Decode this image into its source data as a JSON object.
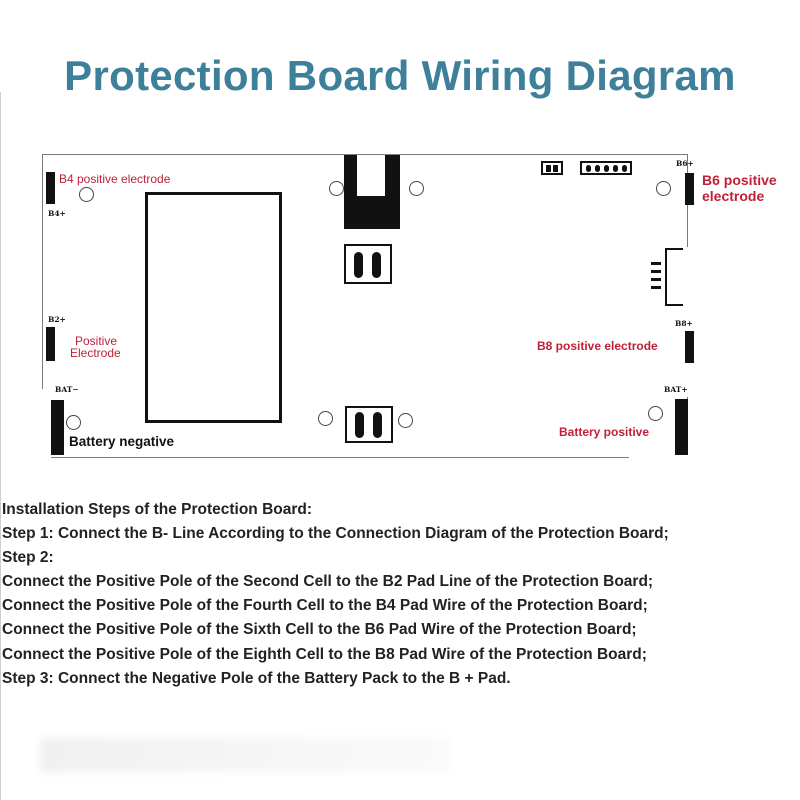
{
  "title": "Protection Board Wiring Diagram",
  "board": {
    "pad_labels": {
      "b4_plus": "B4+",
      "b2_plus": "B2+",
      "bat_minus": "BAT−",
      "b6_plus": "B6+",
      "b8_plus": "B8+",
      "bat_plus": "BAT+"
    },
    "callouts": {
      "b4_positive": "B4 positive electrode",
      "b2_positive_line1": "Positive",
      "b2_positive_line2": "Electrode",
      "b6_positive_line1": "B6 positive",
      "b6_positive_line2": "electrode",
      "b8_positive": "B8 positive electrode",
      "battery_positive": "Battery positive",
      "battery_negative": "Battery negative"
    }
  },
  "instructions": {
    "heading": "Installation Steps of the Protection Board:",
    "step1": "Step 1: Connect the B- Line According to the Connection Diagram of the Protection Board;",
    "step2": "Step 2:",
    "step2_lines": [
      "Connect the Positive Pole of the Second Cell to the B2 Pad Line of the Protection Board;",
      "Connect the Positive Pole of the Fourth Cell to the B4 Pad Wire of the Protection Board;",
      "Connect the Positive Pole of the Sixth Cell to the B6 Pad Wire of the Protection Board;",
      "Connect the Positive Pole of the Eighth Cell to the B8 Pad Wire of the Protection Board;"
    ],
    "step3": "Step 3: Connect the Negative Pole of the Battery Pack to the B + Pad."
  },
  "colors": {
    "title": "#3e7f9a",
    "callout_red": "#c0203a",
    "text": "#222222"
  }
}
